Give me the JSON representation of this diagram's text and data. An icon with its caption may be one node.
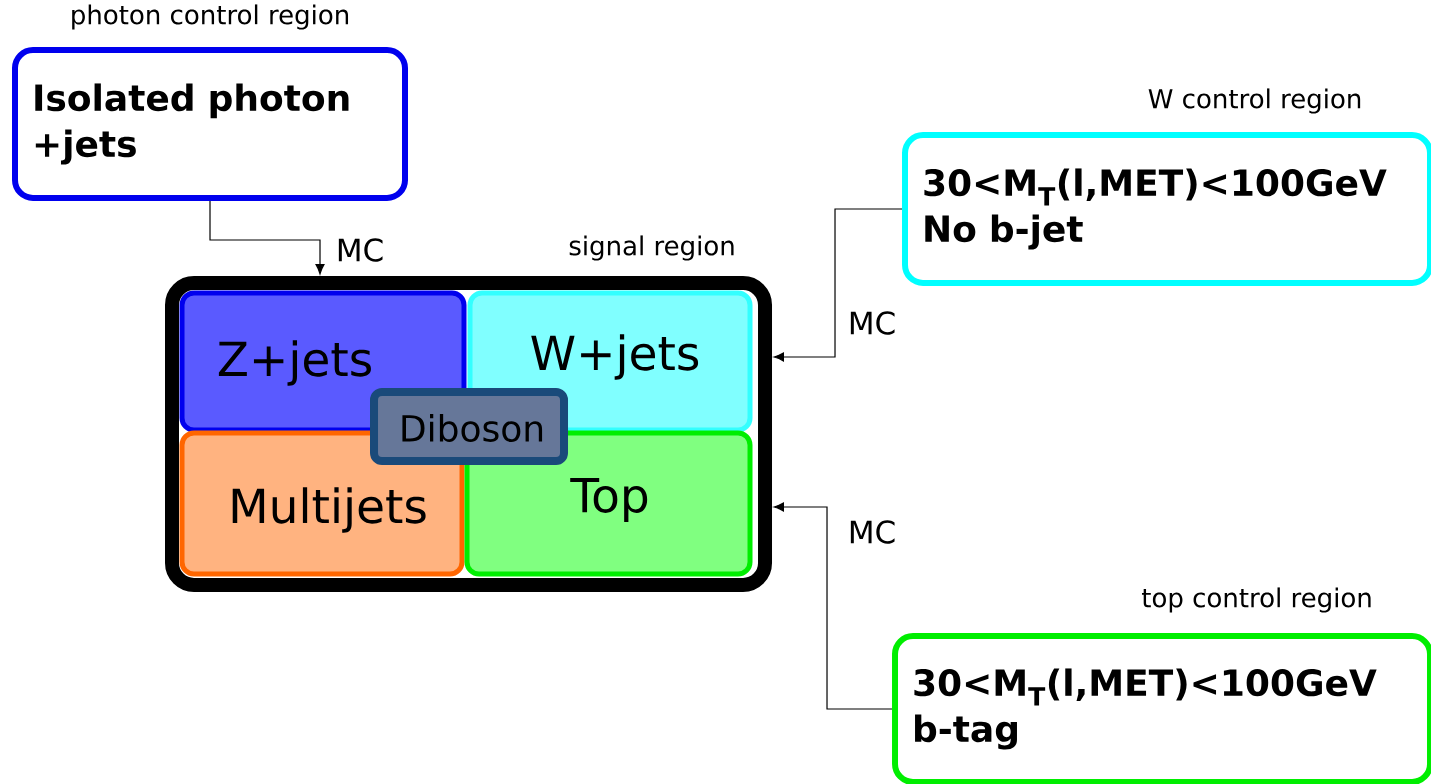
{
  "diagram": {
    "nodes": [
      {
        "text": [
          "photon control region",
          "Isolated photon +jets"
        ]
      },
      {
        "text": [
          "W control region",
          "30<M$_{T}$(l,MET)<100GeV No b-jet"
        ]
      },
      {
        "text": [
          "signal region"
        ]
      },
      {
        "text": [
          "Z+jets"
        ],
        "in": 2
      },
      {
        "text": [
          "W+jets"
        ],
        "in": 2
      },
      {
        "text": [
          "Multijets"
        ],
        "in": 2
      },
      {
        "text": [
          "Top"
        ],
        "in": 2
      },
      {
        "text": [
          "Diboson"
        ],
        "in": 2
      },
      {
        "text": [
          "top control region",
          "30<M$_{T}$(l,MET)<100GeV b-tag"
        ]
      }
    ],
    "edges": [
      {
        "from": 0,
        "to": 2,
        "arrow": "to",
        "label": "MC"
      },
      {
        "from": 1,
        "to": 2,
        "arrow": "to",
        "label": "MC"
      },
      {
        "from": 8,
        "to": 2,
        "arrow": "to",
        "label": "MC"
      }
    ]
  }
}
